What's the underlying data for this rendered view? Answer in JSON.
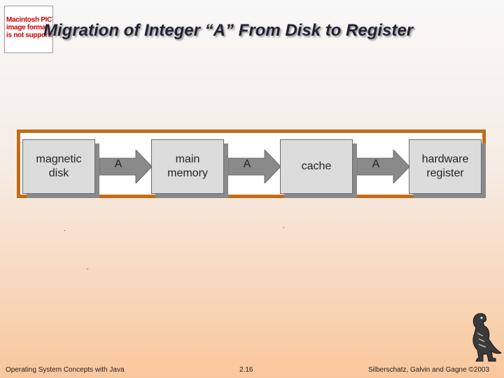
{
  "placeholder_image": {
    "lines": [
      "Macintosh PICT",
      "image format",
      "is not supported"
    ]
  },
  "title": "Migration of Integer “A” From Disk to Register",
  "diagram": {
    "boxes": [
      {
        "label": "magnetic\ndisk"
      },
      {
        "label": "main\nmemory"
      },
      {
        "label": "cache"
      },
      {
        "label": "hardware\nregister"
      }
    ],
    "arrows": [
      {
        "label": "A"
      },
      {
        "label": "A"
      },
      {
        "label": "A"
      }
    ],
    "colors": {
      "frame": "#c8701c",
      "box_fill": "#dcdcdc",
      "arrow_fill": "#8a8a8a",
      "shadow": "#8a8a8a"
    }
  },
  "stray_marks": [
    ".",
    "´",
    "´"
  ],
  "footer": {
    "left": "Operating System Concepts with Java",
    "center": "2.16",
    "right": "Silberschatz, Galvin and Gagne ©2003"
  },
  "logo": {
    "icon": "dinosaur-icon"
  }
}
